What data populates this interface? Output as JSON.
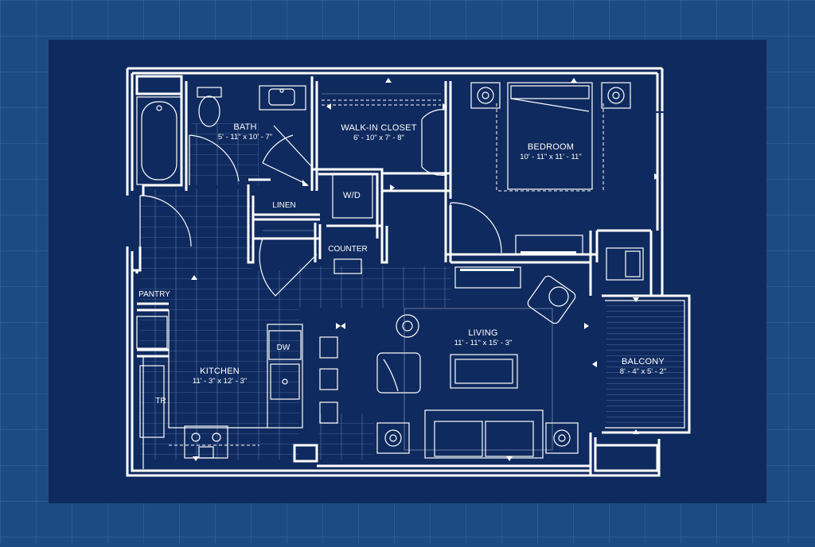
{
  "colors": {
    "outer_background": "#1d4a82",
    "sheet_background": "#0f2a5e",
    "line": "#ffffff"
  },
  "rooms": {
    "bath": {
      "name": "BATH",
      "dims": "5' - 11\" x 10' - 7\""
    },
    "walk_in_closet": {
      "name": "WALK-IN CLOSET",
      "dims": "6' - 10\" x 7' - 8\""
    },
    "bedroom": {
      "name": "BEDROOM",
      "dims": "10' - 11\" x 11' - 11\""
    },
    "living": {
      "name": "LIVING",
      "dims": "11' - 11\" x 15' - 3\""
    },
    "kitchen": {
      "name": "KITCHEN",
      "dims": "11' - 3\" x 12' - 3\""
    },
    "balcony": {
      "name": "BALCONY",
      "dims": "8' - 4\" x 5' - 2\""
    }
  },
  "fixtures": {
    "linen": "LINEN",
    "washer_dryer": "W/D",
    "counter": "COUNTER",
    "pantry": "PANTRY",
    "dishwasher": "DW",
    "trash": "TR"
  },
  "icons": [
    "floor-grid-pattern",
    "door-swing-arc",
    "bathtub",
    "toilet",
    "sink",
    "bed",
    "nightstand-lamp",
    "armchair",
    "sofa",
    "coffee-table",
    "side-table-lamp",
    "stove",
    "view-arrow"
  ]
}
